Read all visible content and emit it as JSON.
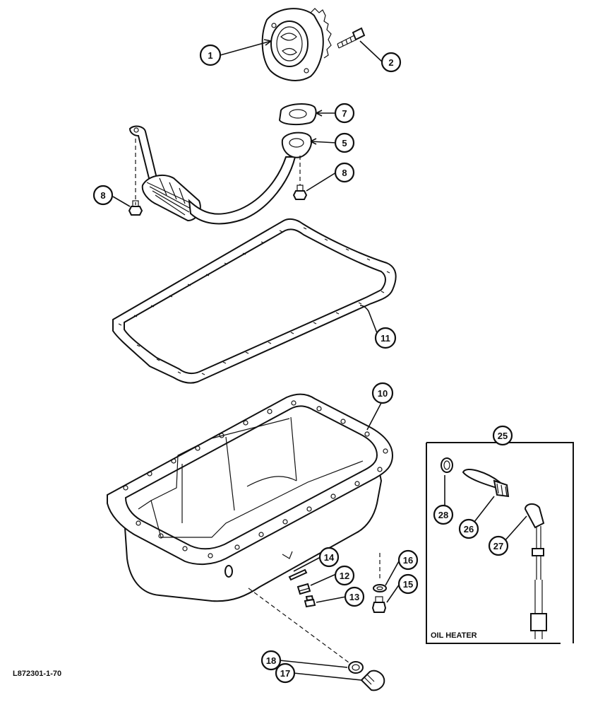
{
  "figure_code": "L872301-1-70",
  "inset_label": "OIL HEATER",
  "callouts": [
    {
      "id": "c1",
      "label": "1"
    },
    {
      "id": "c2",
      "label": "2"
    },
    {
      "id": "c7",
      "label": "7"
    },
    {
      "id": "c5",
      "label": "5"
    },
    {
      "id": "c8a",
      "label": "8"
    },
    {
      "id": "c8b",
      "label": "8"
    },
    {
      "id": "c11",
      "label": "11"
    },
    {
      "id": "c10",
      "label": "10"
    },
    {
      "id": "c25",
      "label": "25"
    },
    {
      "id": "c28",
      "label": "28"
    },
    {
      "id": "c26",
      "label": "26"
    },
    {
      "id": "c27",
      "label": "27"
    },
    {
      "id": "c14",
      "label": "14"
    },
    {
      "id": "c12",
      "label": "12"
    },
    {
      "id": "c13",
      "label": "13"
    },
    {
      "id": "c16",
      "label": "16"
    },
    {
      "id": "c15",
      "label": "15"
    },
    {
      "id": "c18",
      "label": "18"
    },
    {
      "id": "c17",
      "label": "17"
    }
  ]
}
